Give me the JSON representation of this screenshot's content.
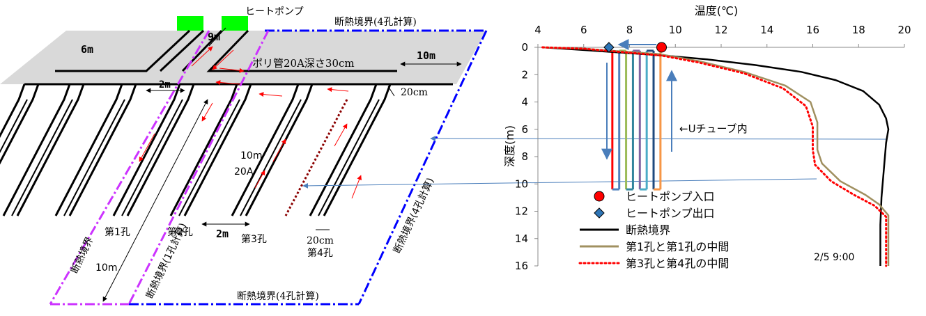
{
  "diagram": {
    "heat_pump_label": "ヒートポンプ",
    "poly_pipe_label": "ポリ管20A深さ30cm",
    "boundary_4hole_top": "断熱境界(4孔計算)",
    "boundary_4hole_bottom": "断熱境界(4孔計算)",
    "boundary_4hole_right": "断熱境界(4孔計算)",
    "boundary_left": "断熱境界",
    "boundary_1hole": "断熱境界(1孔計算)",
    "dim_6m": "6m",
    "dim_9m": "9m",
    "dim_10m_top": "10m",
    "dim_2m_top": "2m",
    "dim_20cm_top": "20cm",
    "dim_10m_pipe": "10m",
    "dim_20A": "20A",
    "dim_2m_bottom": "2m",
    "dim_20cm_bottom": "20cm",
    "dim_10m_left": "10m",
    "hole1": "第1孔",
    "hole2": "第2孔",
    "hole3": "第3孔",
    "hole4": "第4孔",
    "colors": {
      "ground": "#d9d9d9",
      "heat_pump": "#00ff00",
      "boundary_4": "#0000ff",
      "boundary_1": "#cc33ff",
      "arrow": "#ff0000"
    }
  },
  "chart_data": {
    "type": "line",
    "x_label": "温度(℃)",
    "y_label": "深度(m)",
    "xlim": [
      4,
      20
    ],
    "ylim": [
      0,
      16
    ],
    "x_ticks": [
      4,
      6,
      8,
      10,
      12,
      14,
      16,
      18,
      20
    ],
    "y_ticks": [
      0,
      2,
      4,
      6,
      8,
      10,
      12,
      14,
      16
    ],
    "y_inverted": true,
    "x_axis_position": "top",
    "grid": false,
    "legend_position": "bottom-left",
    "timestamp": "2/5 9:00",
    "annotation": "←Uチューブ内",
    "series": [
      {
        "name": "断熱境界",
        "color": "#000000",
        "style": "solid",
        "points": [
          [
            4.2,
            0
          ],
          [
            6,
            0.2
          ],
          [
            9.5,
            0.6
          ],
          [
            11.5,
            0.9
          ],
          [
            13.5,
            1.3
          ],
          [
            15.5,
            1.8
          ],
          [
            17,
            2.4
          ],
          [
            18.2,
            3.2
          ],
          [
            18.9,
            4.2
          ],
          [
            19.2,
            5.2
          ],
          [
            19.3,
            6
          ],
          [
            19.2,
            7
          ],
          [
            19.1,
            9
          ],
          [
            19,
            11
          ],
          [
            18.95,
            13
          ],
          [
            18.95,
            16
          ]
        ]
      },
      {
        "name": "第1孔と第1孔の中間",
        "color": "#a09060",
        "style": "solid",
        "points": [
          [
            4.2,
            0
          ],
          [
            6,
            0.1
          ],
          [
            9.3,
            0.5
          ],
          [
            11,
            1
          ],
          [
            13,
            1.8
          ],
          [
            14.8,
            2.8
          ],
          [
            15.9,
            4
          ],
          [
            16.2,
            5.5
          ],
          [
            16.2,
            7.5
          ],
          [
            16.4,
            8.5
          ],
          [
            17.2,
            9.8
          ],
          [
            18.3,
            10.8
          ],
          [
            18.9,
            11.5
          ],
          [
            19.3,
            12.3
          ],
          [
            19.3,
            16
          ]
        ]
      },
      {
        "name": "第3孔と第4孔の中間",
        "color": "#ff0000",
        "style": "dotted",
        "points": [
          [
            4.2,
            0
          ],
          [
            6,
            0.1
          ],
          [
            9.4,
            0.6
          ],
          [
            11,
            1.1
          ],
          [
            13,
            1.9
          ],
          [
            14.7,
            3
          ],
          [
            15.7,
            4.3
          ],
          [
            16,
            5.8
          ],
          [
            16,
            7.5
          ],
          [
            16.1,
            8.6
          ],
          [
            16.8,
            9.8
          ],
          [
            17.8,
            10.8
          ],
          [
            18.7,
            11.6
          ],
          [
            19.2,
            12.4
          ],
          [
            19.2,
            16
          ]
        ]
      }
    ],
    "u_tube": {
      "top_depth": 0.25,
      "bottom_depth": 10.4,
      "columns": [
        7.25,
        7.55,
        7.85,
        8.15,
        8.45,
        8.75,
        9.05,
        9.35
      ],
      "colors": [
        "#ff0000",
        "#4f81bd",
        "#9bbb59",
        "#31859c",
        "#8064a2",
        "#4bacc6",
        "#1f497d",
        "#f79646"
      ]
    },
    "markers": [
      {
        "name": "ヒートポンプ入口",
        "shape": "circle",
        "color": "#ff0000",
        "x": 9.4,
        "y": 0
      },
      {
        "name": "ヒートポンプ出口",
        "shape": "diamond",
        "color": "#2e75b6",
        "x": 7.1,
        "y": 0
      }
    ]
  }
}
